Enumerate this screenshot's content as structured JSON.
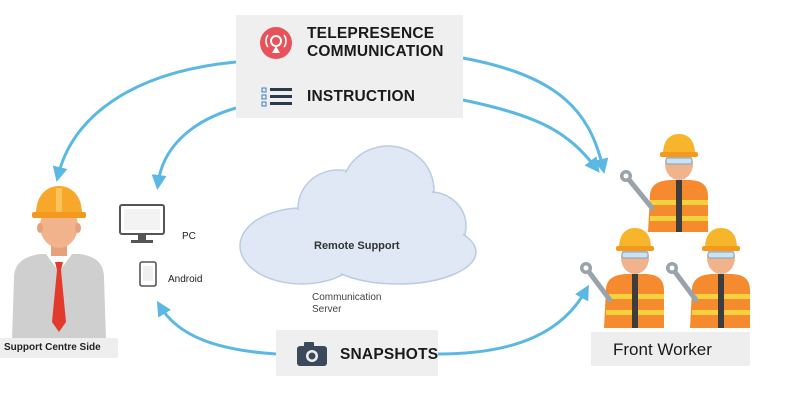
{
  "top_panel": {
    "telepresence_line1": "TELEPRESENCE",
    "telepresence_line2": "COMMUNICATION",
    "instruction": "INSTRUCTION"
  },
  "bottom_panel": {
    "snapshots": "SNAPSHOTS"
  },
  "cloud": {
    "label": "Remote Support",
    "server_line1": "Communication",
    "server_line2": "Server"
  },
  "devices": {
    "pc": "PC",
    "android": "Android"
  },
  "support_side": {
    "caption": "Support Centre Side"
  },
  "front_side": {
    "caption": "Front Worker"
  },
  "colors": {
    "arrow": "#5bb8e3",
    "panel": "#efefef",
    "vest": "#f58a2e",
    "helmet": "#f7b52b",
    "tie": "#e23b2b",
    "telepresence_icon": "#e8525b"
  }
}
